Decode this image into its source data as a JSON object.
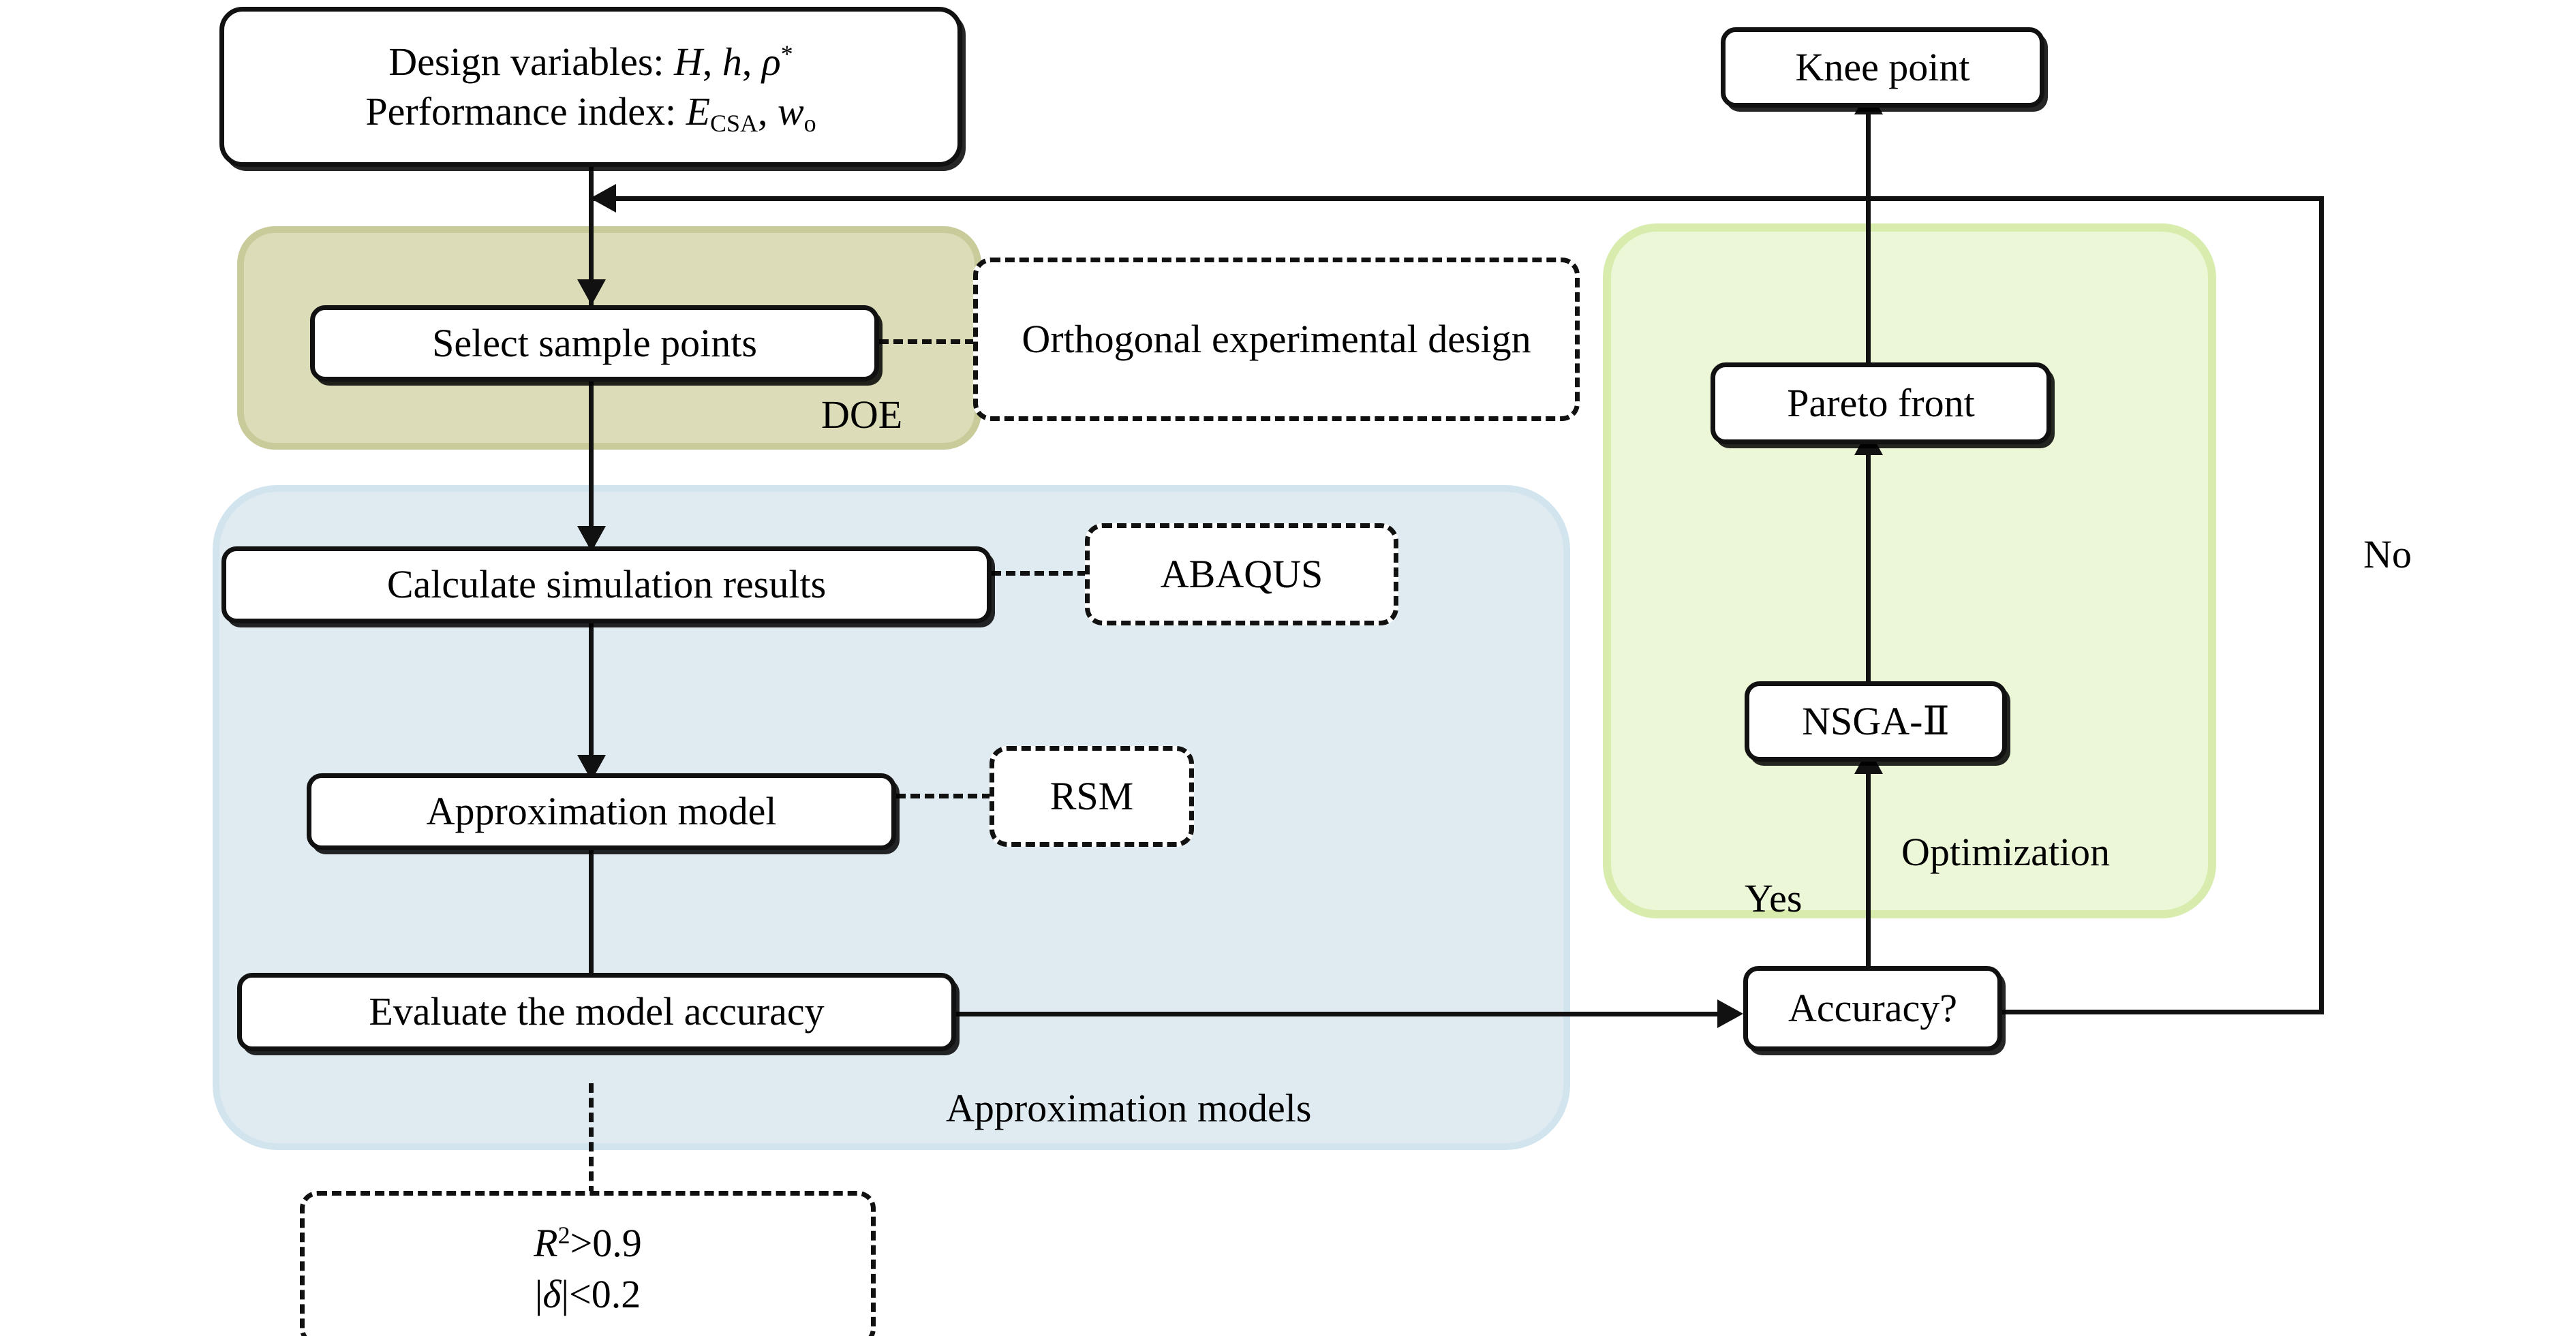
{
  "diagram": {
    "title": "Surrogate-model-based multi-objective optimization flowchart",
    "panels": {
      "doe": {
        "label": "DOE",
        "color": "#dcddb8"
      },
      "approximation": {
        "label": "Approximation models",
        "color": "#dfeaf1"
      },
      "optimization": {
        "label": "Optimization",
        "color": "#ecf7d8"
      }
    },
    "nodes": {
      "inputs": {
        "line1_prefix": "Design variables: ",
        "line1_vars": "H, h, ρ*",
        "line2_prefix": "Performance index: ",
        "line2_vars": "ECSA, wo"
      },
      "select_sample_points": "Select sample points",
      "calculate_simulation_results": "Calculate simulation results",
      "approximation_model": "Approximation model",
      "evaluate_model_accuracy": "Evaluate the model accuracy",
      "knee_point": "Knee point",
      "pareto_front": "Pareto front",
      "nsga": "NSGA-Ⅱ",
      "accuracy_decision": "Accuracy?"
    },
    "annotations": {
      "orthogonal_design": "Orthogonal experimental design",
      "abaqus": "ABAQUS",
      "rsm": "RSM",
      "criteria_line1": "R2>0.9",
      "criteria_line2": "|δ|<0.2"
    },
    "edge_labels": {
      "yes": "Yes",
      "no": "No"
    }
  }
}
